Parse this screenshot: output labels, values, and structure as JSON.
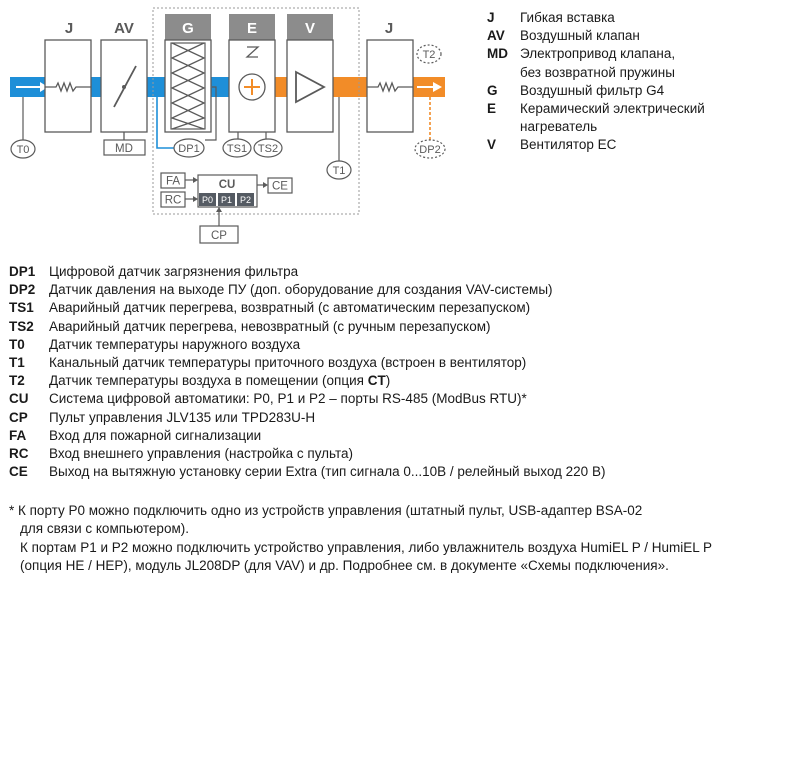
{
  "diagram": {
    "units": [
      {
        "code": "J"
      },
      {
        "code": "AV"
      },
      {
        "code": "G"
      },
      {
        "code": "E"
      },
      {
        "code": "V"
      },
      {
        "code": "J"
      }
    ],
    "sensors": {
      "t0": "T0",
      "md": "MD",
      "dp1": "DP1",
      "ts1": "TS1",
      "ts2": "TS2",
      "t1": "T1",
      "t2": "T2",
      "dp2": "DP2"
    },
    "controller": {
      "cu": "CU",
      "ports": [
        "P0",
        "P1",
        "P2"
      ],
      "fa": "FA",
      "rc": "RC",
      "ce": "CE",
      "cp": "CP"
    },
    "colors": {
      "supply_cold": "#1e8fd8",
      "supply_warm": "#f28c28",
      "outline": "#5a5a5a",
      "port_fill": "#555b63"
    }
  },
  "legend_top": [
    {
      "code": "J",
      "text": [
        "Гибкая вставка"
      ]
    },
    {
      "code": "AV",
      "text": [
        "Воздушный клапан"
      ]
    },
    {
      "code": "MD",
      "text": [
        "Электропривод клапана,",
        "без возвратной пружины"
      ]
    },
    {
      "code": "G",
      "text": [
        "Воздушный фильтр G4"
      ]
    },
    {
      "code": "E",
      "text": [
        "Керамический электрический",
        "нагреватель"
      ]
    },
    {
      "code": "V",
      "text": [
        "Вентилятор ЕС"
      ]
    }
  ],
  "legend_bottom": [
    {
      "code": "DP1",
      "text": "Цифровой датчик загрязнения фильтра"
    },
    {
      "code": "DP2",
      "text": "Датчик давления на выходе ПУ (доп. оборудование для создания VAV-системы)"
    },
    {
      "code": "TS1",
      "text": "Аварийный датчик перегрева, возвратный (с автоматическим перезапуском)"
    },
    {
      "code": "TS2",
      "text": "Аварийный датчик перегрева, невозвратный (с ручным перезапуском)"
    },
    {
      "code": "T0",
      "text": "Датчик температуры наружного воздуха"
    },
    {
      "code": "T1",
      "text": "Канальный датчик температуры приточного воздуха (встроен в вентилятор)"
    },
    {
      "code": "T2",
      "text": "Датчик температуры воздуха в помещении (опция ",
      "bold_suffix": "CT",
      "suffix": ")"
    },
    {
      "code": "CU",
      "text": "Система цифровой автоматики: P0, P1 и P2 – порты RS-485 (ModBus RTU)*"
    },
    {
      "code": "CP",
      "text": "Пульт управления JLV135 или TPD283U-H"
    },
    {
      "code": "FA",
      "text": "Вход для пожарной сигнализации"
    },
    {
      "code": "RC",
      "text": "Вход внешнего управления (настройка с пульта)"
    },
    {
      "code": "CE",
      "text": "Выход на вытяжную установку серии Extra (тип сигнала 0...10В / релейный выход 220 В)"
    }
  ],
  "footnote": [
    "* К порту P0 можно подключить одно из устройств управления (штатный пульт, USB-адаптер BSA-02",
    "для связи с компьютером).",
    "К портам P1 и P2 можно подключить устройство управления, либо увлажнитель воздуха HumiEL P /  HumiEL P",
    "(опция HE / HEP), модуль JL208DP (для VAV) и др. Подробнее см. в документе «Схемы подключения»."
  ]
}
